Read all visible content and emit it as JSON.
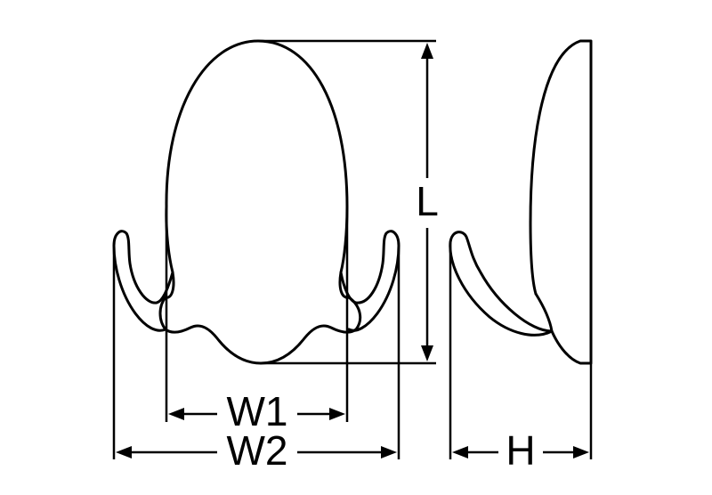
{
  "labels": {
    "length": "L",
    "inner_width": "W1",
    "outer_width": "W2",
    "height": "H"
  }
}
